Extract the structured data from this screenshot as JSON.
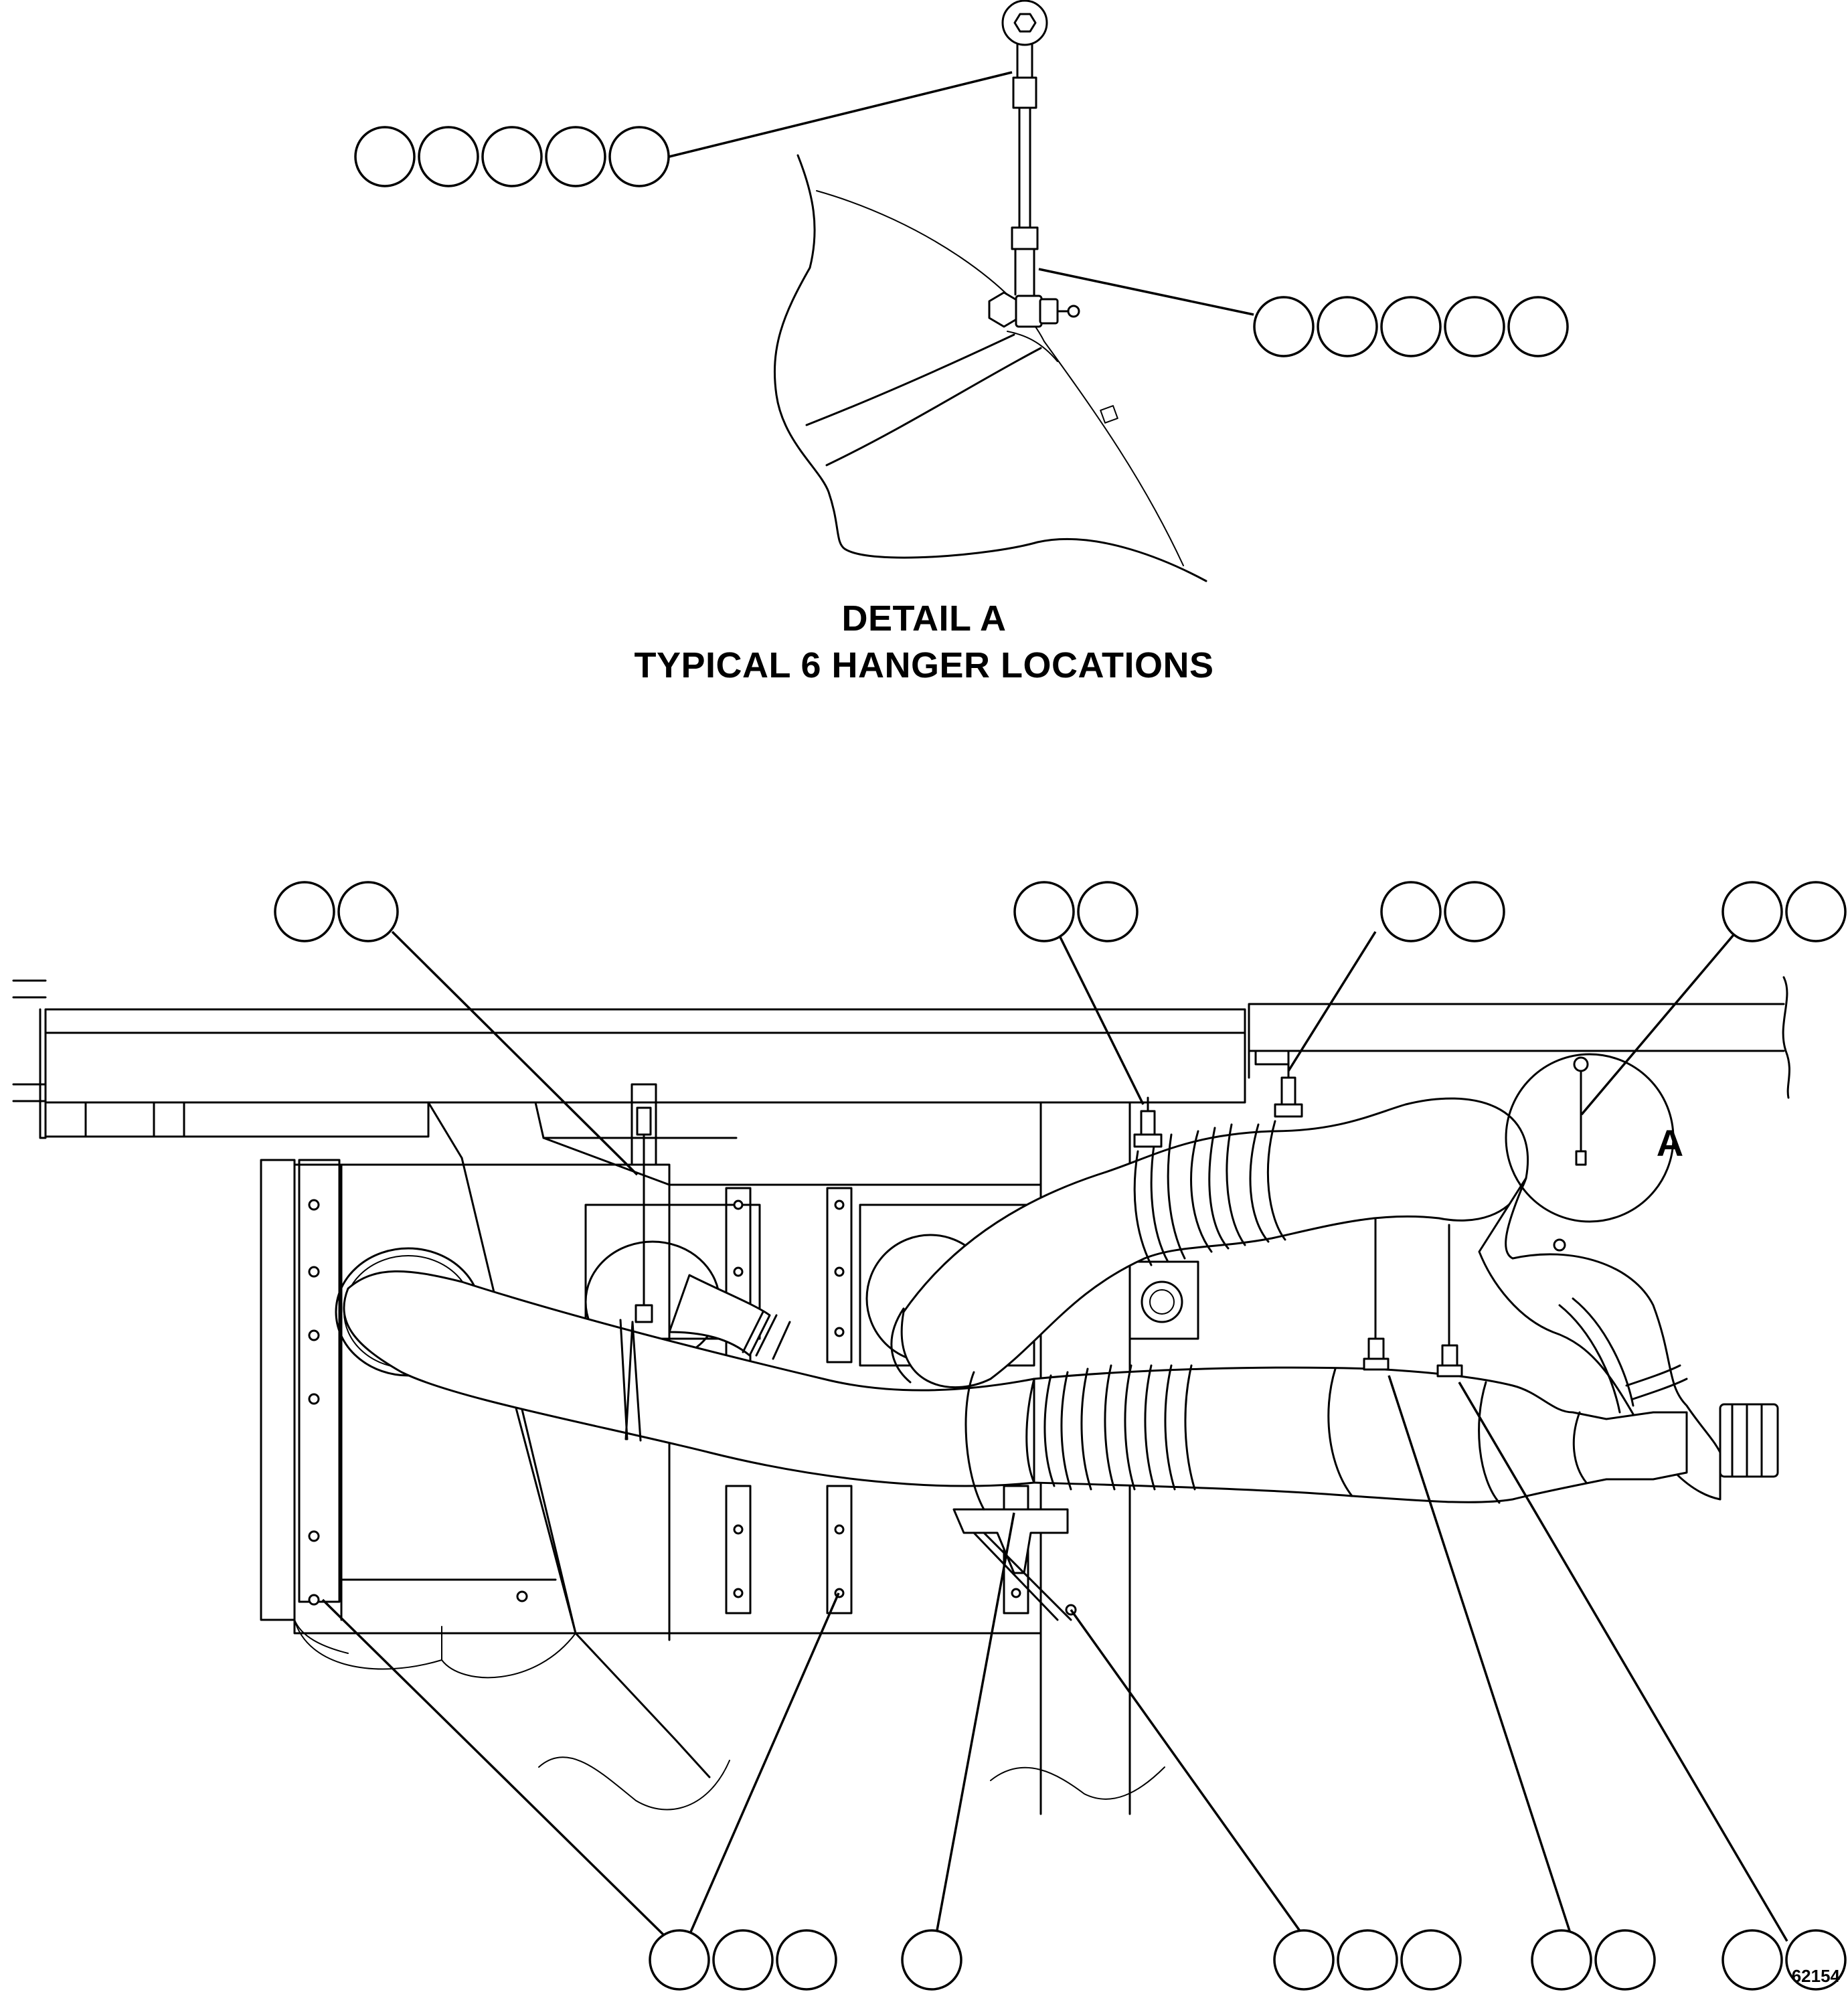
{
  "detail": {
    "title": "DETAIL A",
    "subtitle": "TYPICAL 6 HANGER LOCATIONS",
    "view_marker": "A"
  },
  "figure_number": "62154",
  "callouts": [
    {
      "id": "detail-rod-callout",
      "count": 5
    },
    {
      "id": "detail-clamp-callout",
      "count": 5
    },
    {
      "id": "top-callout-1",
      "count": 2
    },
    {
      "id": "top-callout-2",
      "count": 2
    },
    {
      "id": "top-callout-3",
      "count": 2
    },
    {
      "id": "top-callout-4",
      "count": 2
    },
    {
      "id": "bottom-callout-1",
      "count": 3
    },
    {
      "id": "bottom-callout-2",
      "count": 1
    },
    {
      "id": "bottom-callout-3",
      "count": 3
    },
    {
      "id": "bottom-callout-4",
      "count": 2
    },
    {
      "id": "bottom-callout-5",
      "count": 2
    }
  ]
}
